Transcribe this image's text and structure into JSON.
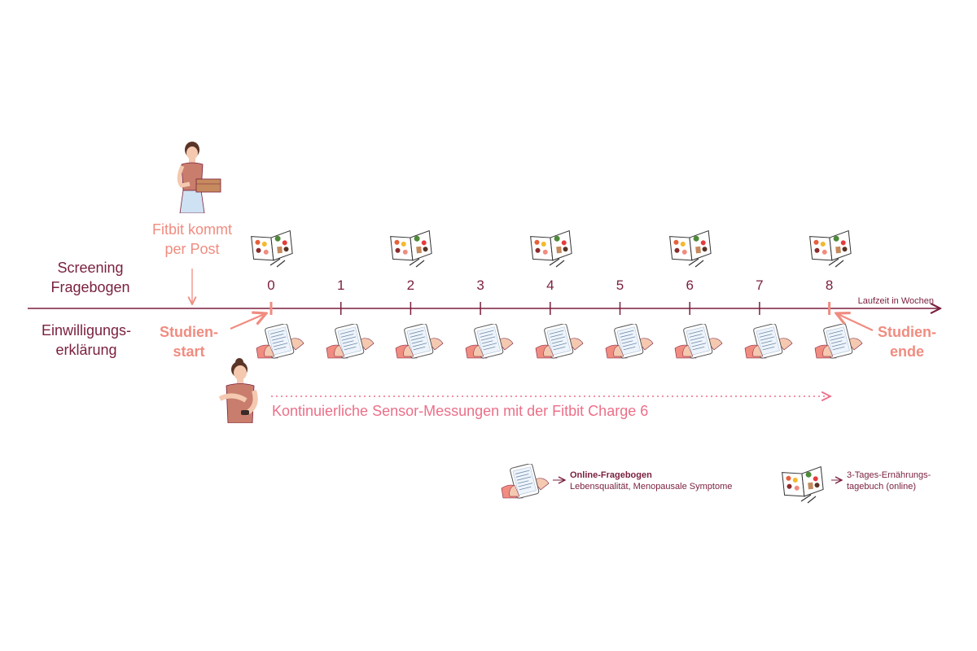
{
  "labels": {
    "screening_line1": "Screening",
    "screening_line2": "Fragebogen",
    "consent_line1": "Einwilligungs-",
    "consent_line2": "erklärung",
    "fitbit_post_line1": "Fitbit kommt",
    "fitbit_post_line2": "per Post",
    "studienstart_line1": "Studien-",
    "studienstart_line2": "start",
    "studienende_line1": "Studien-",
    "studienende_line2": "ende",
    "axis_label": "Laufzeit in Wochen",
    "sensor_text": "Kontinuierliche Sensor-Messungen mit der Fitbit Charge 6"
  },
  "weeks": [
    "0",
    "1",
    "2",
    "3",
    "4",
    "5",
    "6",
    "7",
    "8"
  ],
  "diary_weeks": [
    0,
    2,
    4,
    6,
    8
  ],
  "questionnaire_weeks": [
    0,
    1,
    2,
    3,
    4,
    5,
    6,
    7,
    8
  ],
  "legend": {
    "questionnaire_title": "Online-Fragebogen",
    "questionnaire_desc": "Lebensqualität, Menopausale Symptome",
    "diary_line1": "3-Tages-Ernährungs-",
    "diary_line2": "tagebuch (online)"
  },
  "icons": {
    "person_package": "person-with-package-icon",
    "person_watch": "person-checking-watch-icon",
    "tablet": "tablet-questionnaire-icon",
    "diary": "food-diary-book-icon"
  },
  "colors": {
    "dark": "#7a1f3d",
    "salmon": "#f08c80",
    "pink": "#ec6f88"
  }
}
